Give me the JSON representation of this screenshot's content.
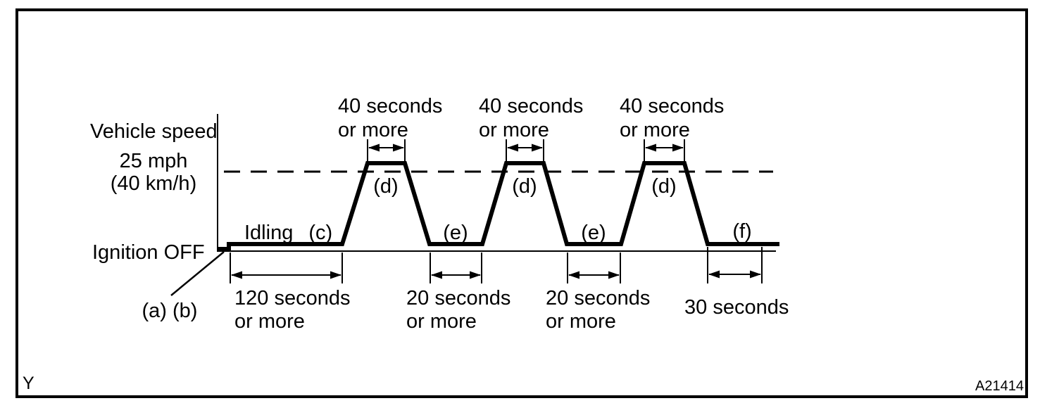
{
  "figure_number": "A21414",
  "frame_mark": "Y",
  "y_axis": {
    "label": "Vehicle speed",
    "speed": "25 mph",
    "speed_metric": "(40 km/h)",
    "base": "Ignition OFF"
  },
  "steps": {
    "start": "(a) (b)",
    "idling_word": "Idling",
    "idling_step": "(c)",
    "drive": "(d)",
    "idle_between": "(e)",
    "final_idle": "(f)"
  },
  "durations": {
    "idling": {
      "line1": "120 seconds",
      "line2": "or more"
    },
    "drive": {
      "line1": "40 seconds",
      "line2": "or more"
    },
    "idle_between": {
      "line1": "20 seconds",
      "line2": "or more"
    },
    "final": "30 seconds"
  },
  "colors": {
    "line": "#000000",
    "background": "#ffffff"
  },
  "chart_data": {
    "type": "line",
    "title": "",
    "reference_levels": [
      "Ignition OFF",
      "25 mph (40 km/h)"
    ],
    "legend_position": "none",
    "grid": false,
    "segments": [
      {
        "label": "(a) (b)",
        "level": "Ignition OFF",
        "duration": ""
      },
      {
        "label": "Idling (c)",
        "level": "idle",
        "duration": "120 seconds or more"
      },
      {
        "label": "(d)",
        "level": "above 25 mph (40 km/h)",
        "duration": "40 seconds or more"
      },
      {
        "label": "(e)",
        "level": "idle",
        "duration": "20 seconds or more"
      },
      {
        "label": "(d)",
        "level": "above 25 mph (40 km/h)",
        "duration": "40 seconds or more"
      },
      {
        "label": "(e)",
        "level": "idle",
        "duration": "20 seconds or more"
      },
      {
        "label": "(d)",
        "level": "above 25 mph (40 km/h)",
        "duration": "40 seconds or more"
      },
      {
        "label": "(f)",
        "level": "idle",
        "duration": "30 seconds"
      }
    ]
  }
}
